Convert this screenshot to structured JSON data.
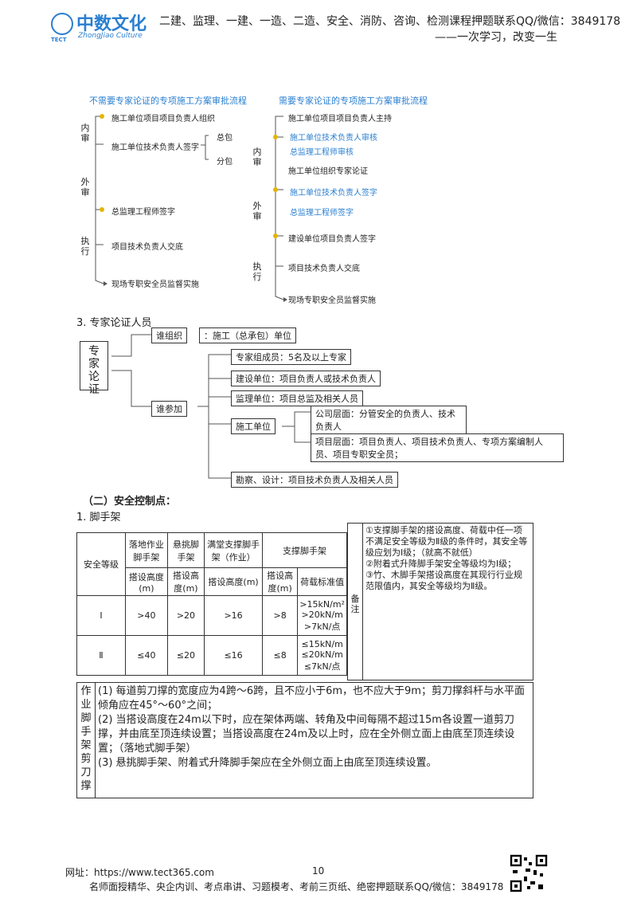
{
  "header": {
    "logo_cn": "中数文化",
    "logo_en": "ZhongJiao Culture",
    "logo_tect": "TECT",
    "line1": "二建、监理、一建、一造、二造、安全、消防、咨询、检测课程押题联系QQ/微信：3849178",
    "line2": "——一次学习，改变一生"
  },
  "flow_left": {
    "title": "不需要专家论证的专项施工方案审批流程",
    "stage_labels": [
      "内审",
      "外审",
      "执行"
    ],
    "steps": [
      "施工单位项目项目负责人组织",
      "施工单位技术负责人签字",
      "总监理工程师签字",
      "项目技术负责人交底",
      "现场专职安全员监督实施"
    ],
    "branches": [
      "总包",
      "分包"
    ]
  },
  "flow_right": {
    "title": "需要专家论证的专项施工方案审批流程",
    "stage_labels": [
      "内审",
      "外审",
      "执行"
    ],
    "steps": [
      "施工单位项目项目负责人主持",
      "施工单位技术负责人审核",
      "总监理工程师审核",
      "施工单位组织专家论证",
      "施工单位技术负责人签字",
      "总监理工程师签字",
      "建设单位项目负责人签字",
      "项目技术负责人交底",
      "现场专职安全员监督实施"
    ]
  },
  "section3": {
    "heading": "3. 专家论证人员",
    "root": "专家论证",
    "organizer_label": "谁组织",
    "organizer": "：施工（总承包）单位",
    "participant_label": "谁参加",
    "items": [
      "专家组成员：5名及以上专家",
      "建设单位：项目负责人或技术负责人",
      "监理单位：项目总监及相关人员",
      "施工单位",
      "勘察、设计：项目技术负责人及相关人员"
    ],
    "construction_sub": [
      "公司层面：分管安全的负责人、技术负责人",
      "项目层面：项目负责人、项目技术负责人、专项方案编制人员、项目专职安全员；"
    ]
  },
  "section_safety": {
    "heading": "（二）安全控制点：",
    "sub": "1. 脚手架"
  },
  "table": {
    "col_level": "安全等级",
    "col_groups": [
      "落地作业脚手架",
      "悬挑脚手架",
      "满堂支撑脚手架（作业）",
      "支撑脚手架"
    ],
    "sub_headers": [
      "搭设高度(m)",
      "搭设高度(m)",
      "搭设高度(m)",
      "搭设高度(m)",
      "荷载标准值"
    ],
    "rows": [
      {
        "level": "Ⅰ",
        "v1": ">40",
        "v2": ">20",
        "v3": ">16",
        "v4": ">8",
        "v5": ">15kN/m²\n>20kN/m\n>7kN/点"
      },
      {
        "level": "Ⅱ",
        "v1": "≤40",
        "v2": "≤20",
        "v3": "≤16",
        "v4": "≤8",
        "v5": "≤15kN/m\n≤20kN/m\n≤7kN/点"
      }
    ],
    "note_label": "备注",
    "notes": [
      "①支撑脚手架的搭设高度、荷载中任一项不满足安全等级为Ⅱ级的条件时，其安全等级应划为Ⅰ级；（就高不就低）",
      "②附着式升降脚手架安全等级均为Ⅰ级；",
      "③竹、木脚手架搭设高度在其现行行业规范限值内，其安全等级均为Ⅱ级。"
    ]
  },
  "jd_box": {
    "label": "作业脚手架剪刀撑",
    "items": [
      "(1) 每道剪刀撑的宽度应为4跨～6跨，且不应小于6m，也不应大于9m；剪刀撑斜杆与水平面倾角应在45°～60°之间；",
      "(2) 当搭设高度在24m以下时，应在架体两端、转角及中间每隔不超过15m各设置一道剪刀撑，并由底至顶连续设置；当搭设高度在24m及以上时，应在全外侧立面上由底至顶连续设置；（落地式脚手架）",
      "(3) 悬挑脚手架、附着式升降脚手架应在全外侧立面上由底至顶连续设置。"
    ]
  },
  "footer": {
    "url_line": "网址：https://www.tect365.com",
    "page_number": "10",
    "line2": "名师面授精华、央企内训、考点串讲、习题模考、考前三页纸、绝密押题联系QQ/微信：3849178"
  }
}
